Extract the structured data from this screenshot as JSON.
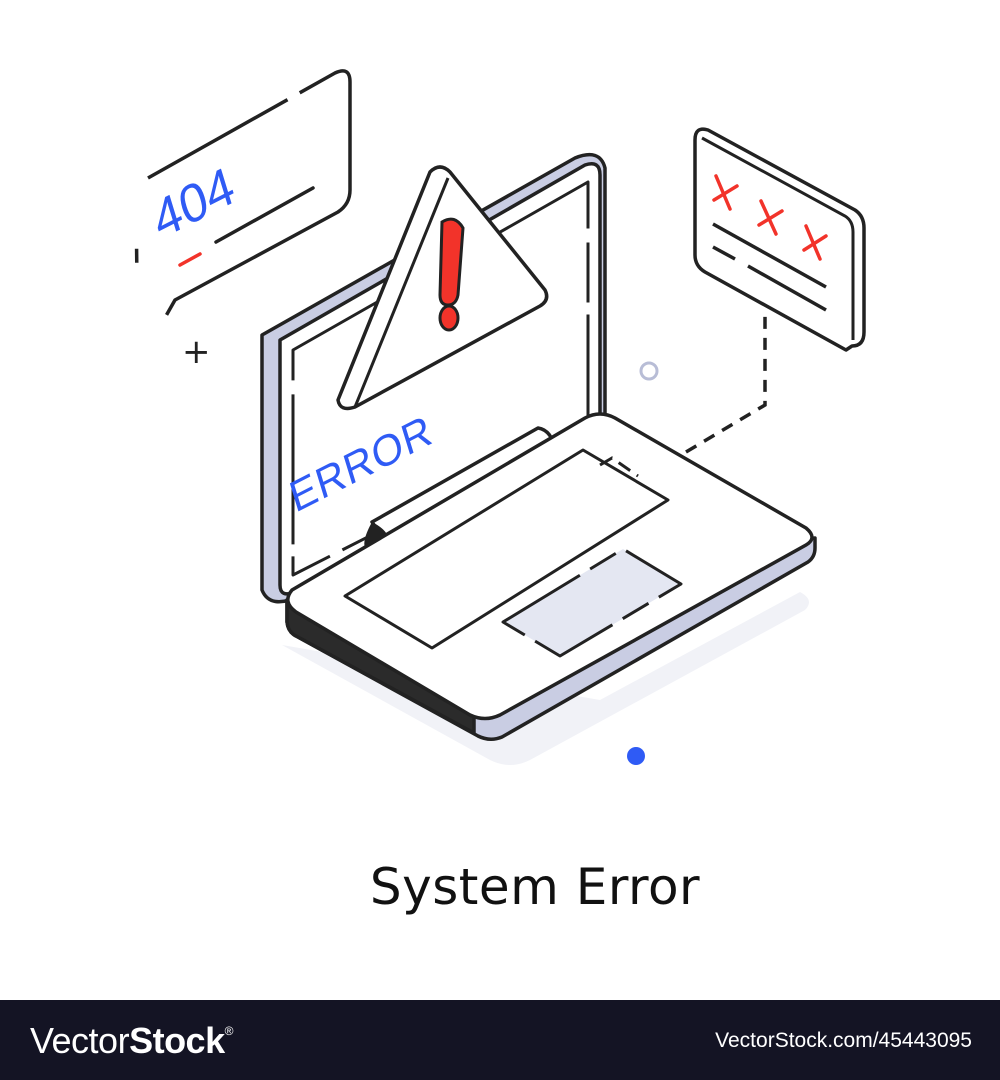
{
  "illustration": {
    "bubble_404": {
      "code": "404"
    },
    "warning_sign": {
      "glyph": "!"
    },
    "screen": {
      "label": "ERROR"
    },
    "error_card": {
      "marks": [
        "×",
        "×",
        "×"
      ]
    },
    "plus_glyph": "+",
    "colors": {
      "stroke": "#222222",
      "accent_blue": "#2f5bf5",
      "alert_red": "#f2332a",
      "lavender": "#c9cde3",
      "pale": "#e4e7f2",
      "shadow": "#f1f2f7"
    }
  },
  "caption": {
    "title": "System Error"
  },
  "footer": {
    "brand_light": "Vector",
    "brand_bold": "Stock",
    "brand_mark": "®",
    "reference": "VectorStock.com/45443095"
  }
}
